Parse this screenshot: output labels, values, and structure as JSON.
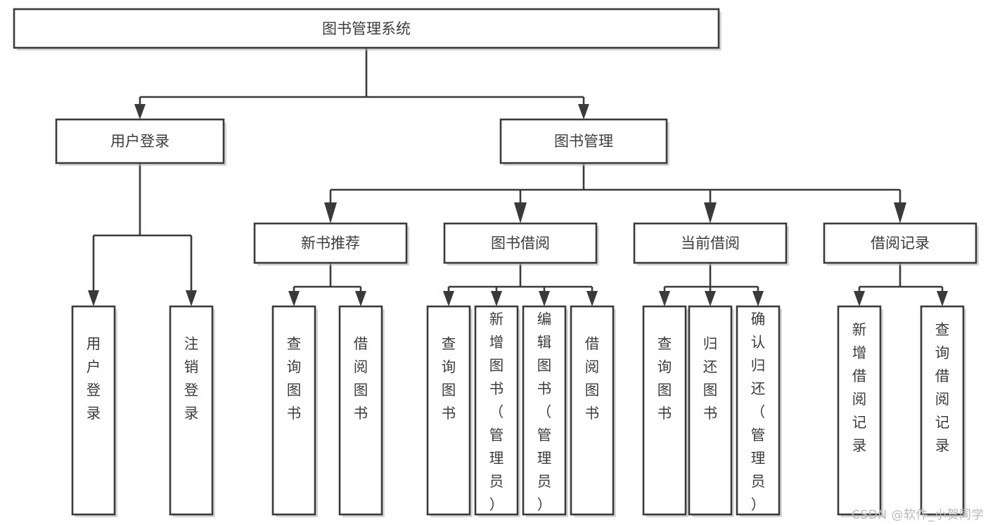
{
  "diagram": {
    "title": "图书管理系统",
    "type": "tree",
    "watermark": "CSDN @软件_小贺同学",
    "colors": {
      "stroke": "#3a3a3a",
      "fill": "#ffffff",
      "text": "#3c3c3c",
      "shadow": "#b8b8b8",
      "watermark": "#b9b9b9"
    },
    "root": {
      "label": "图书管理系统"
    },
    "level1": [
      {
        "label": "用户登录"
      },
      {
        "label": "图书管理"
      }
    ],
    "level2": [
      {
        "label": "新书推荐"
      },
      {
        "label": "图书借阅"
      },
      {
        "label": "当前借阅"
      },
      {
        "label": "借阅记录"
      }
    ],
    "leaves": {
      "user_login": [
        {
          "label": "用户登录"
        },
        {
          "label": "注销登录"
        }
      ],
      "new_book_recommend": [
        {
          "label": "查询图书"
        },
        {
          "label": "借阅图书"
        }
      ],
      "book_borrow": [
        {
          "label": "查询图书"
        },
        {
          "label": "新增图书（管理员）"
        },
        {
          "label": "编辑图书（管理员）"
        },
        {
          "label": "借阅图书"
        }
      ],
      "current_borrow": [
        {
          "label": "查询图书"
        },
        {
          "label": "归还图书"
        },
        {
          "label": "确认归还（管理员）"
        }
      ],
      "borrow_record": [
        {
          "label": "新增借阅记录"
        },
        {
          "label": "查询借阅记录"
        }
      ]
    }
  }
}
